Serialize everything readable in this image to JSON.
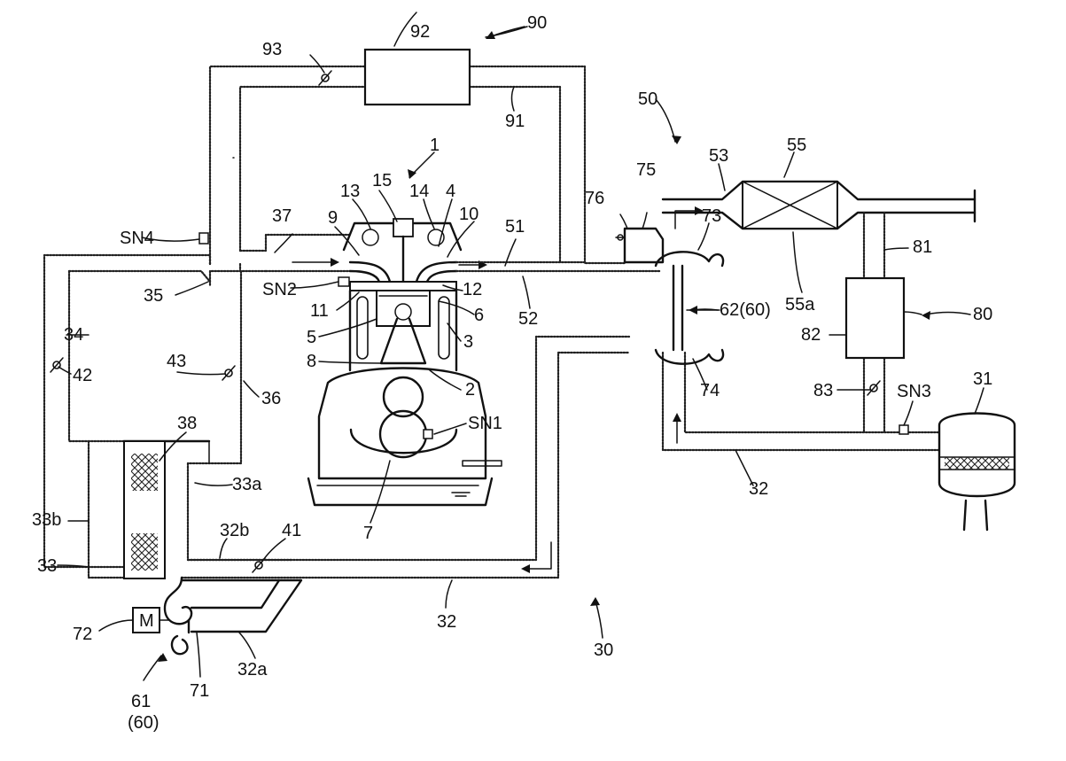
{
  "labels": {
    "l1": "1",
    "l2": "2",
    "l3": "3",
    "l4": "4",
    "l5": "5",
    "l6": "6",
    "l7": "7",
    "l8": "8",
    "l9": "9",
    "l10": "10",
    "l11": "11",
    "l12": "12",
    "l13": "13",
    "l14": "14",
    "l15": "15",
    "l30": "30",
    "l31": "31",
    "l32_top": "32",
    "l32_bottom": "32",
    "l32a": "32a",
    "l32b": "32b",
    "l33": "33",
    "l33a": "33a",
    "l33b": "33b",
    "l34": "34",
    "l35": "35",
    "l36": "36",
    "l37": "37",
    "l38": "38",
    "l41": "41",
    "l42": "42",
    "l43": "43",
    "l50": "50",
    "l51": "51",
    "l52": "52",
    "l53": "53",
    "l55": "55",
    "l55a": "55a",
    "l61": "61",
    "l61b": "(60)",
    "l62": "62(60)",
    "l71": "71",
    "l72": "72",
    "l73": "73",
    "l74": "74",
    "l75": "75",
    "l76": "76",
    "l80": "80",
    "l81": "81",
    "l82": "82",
    "l83": "83",
    "l90": "90",
    "l91": "91",
    "l92": "92",
    "l93": "93",
    "sn1": "SN1",
    "sn2": "SN2",
    "sn3": "SN3",
    "sn4": "SN4",
    "motor": "M"
  }
}
